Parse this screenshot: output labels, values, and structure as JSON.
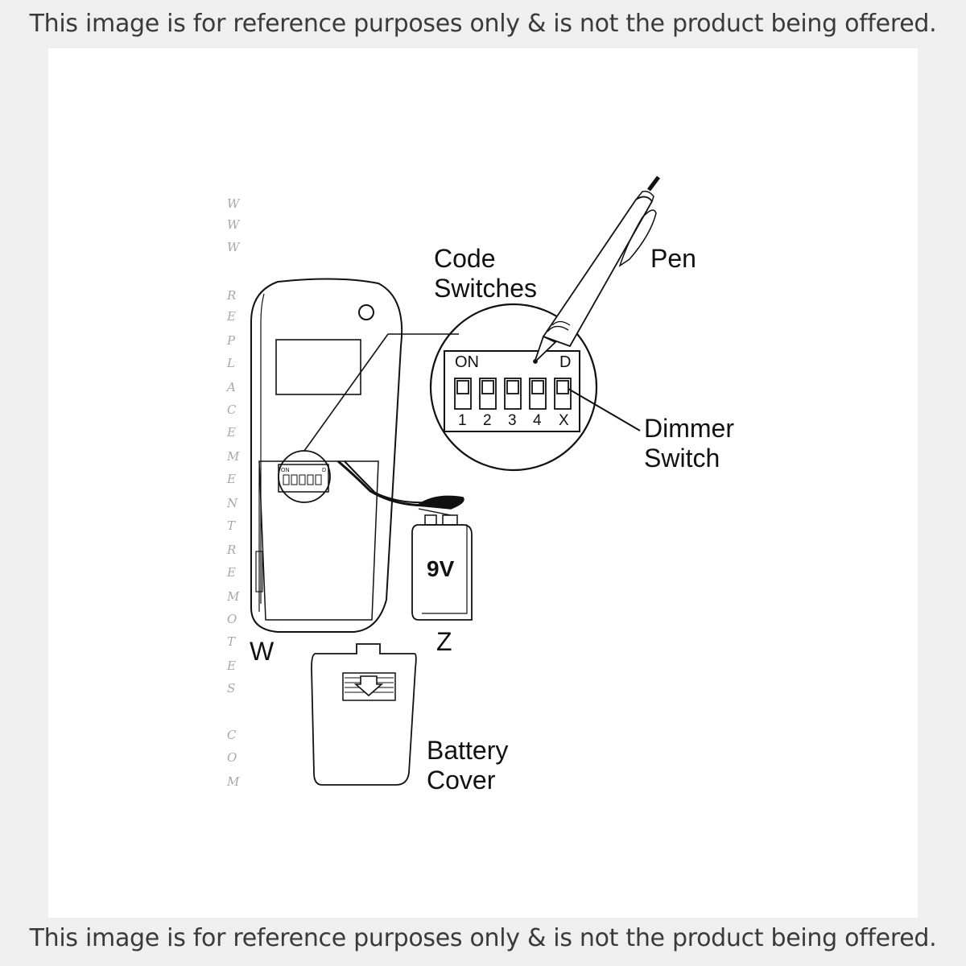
{
  "banner": {
    "top_text": "This image is for reference purposes only & is not the product being offered.",
    "bottom_text": "This image is for reference purposes only & is not the product being offered."
  },
  "watermark": {
    "letters": [
      "W",
      "W",
      "W",
      "R",
      "E",
      "P",
      "L",
      "A",
      "C",
      "E",
      "M",
      "E",
      "N",
      "T",
      "R",
      "E",
      "M",
      "O",
      "T",
      "E",
      "S",
      "C",
      "O",
      "M"
    ]
  },
  "labels": {
    "pen": "Pen",
    "code_line1": "Code",
    "code_line2": "Switches",
    "dimmer_line1": "Dimmer",
    "dimmer_line2": "Switch",
    "battery_cover_line1": "Battery",
    "battery_cover_line2": "Cover",
    "remote_letter": "W",
    "battery_letter": "Z",
    "battery_voltage": "9V"
  },
  "switch_panel": {
    "on_label": "ON",
    "d_label": "D",
    "switch_numbers": [
      "1",
      "2",
      "3",
      "4",
      "X"
    ]
  },
  "colors": {
    "line": "#111111",
    "background": "#ffffff",
    "banner_bg": "#efefef"
  }
}
